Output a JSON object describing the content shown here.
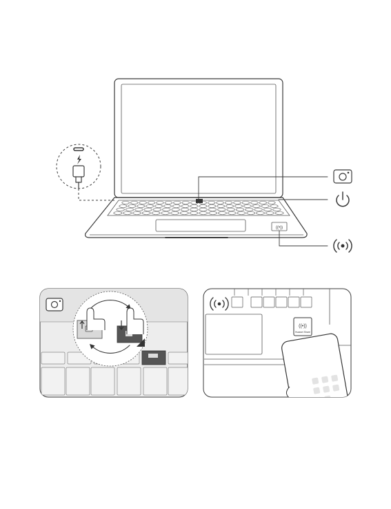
{
  "diagram": {
    "callouts": {
      "camera": {
        "icon": "camera-icon"
      },
      "power": {
        "icon": "power-icon"
      },
      "nfc": {
        "icon": "nfc-icon"
      }
    },
    "port": {
      "icon": "usb-c-charging-icon"
    },
    "panel_left": {
      "icon": "camera-icon",
      "topic": "pop-up camera"
    },
    "panel_right": {
      "icon": "nfc-icon",
      "topic": "nfc tap area",
      "sticker_text": "Huawei Share"
    }
  },
  "colors": {
    "line": "#3a3a3a",
    "key_fill": "#f2f2f2",
    "panel_bg": "#ededed",
    "dark_key": "#555555"
  }
}
